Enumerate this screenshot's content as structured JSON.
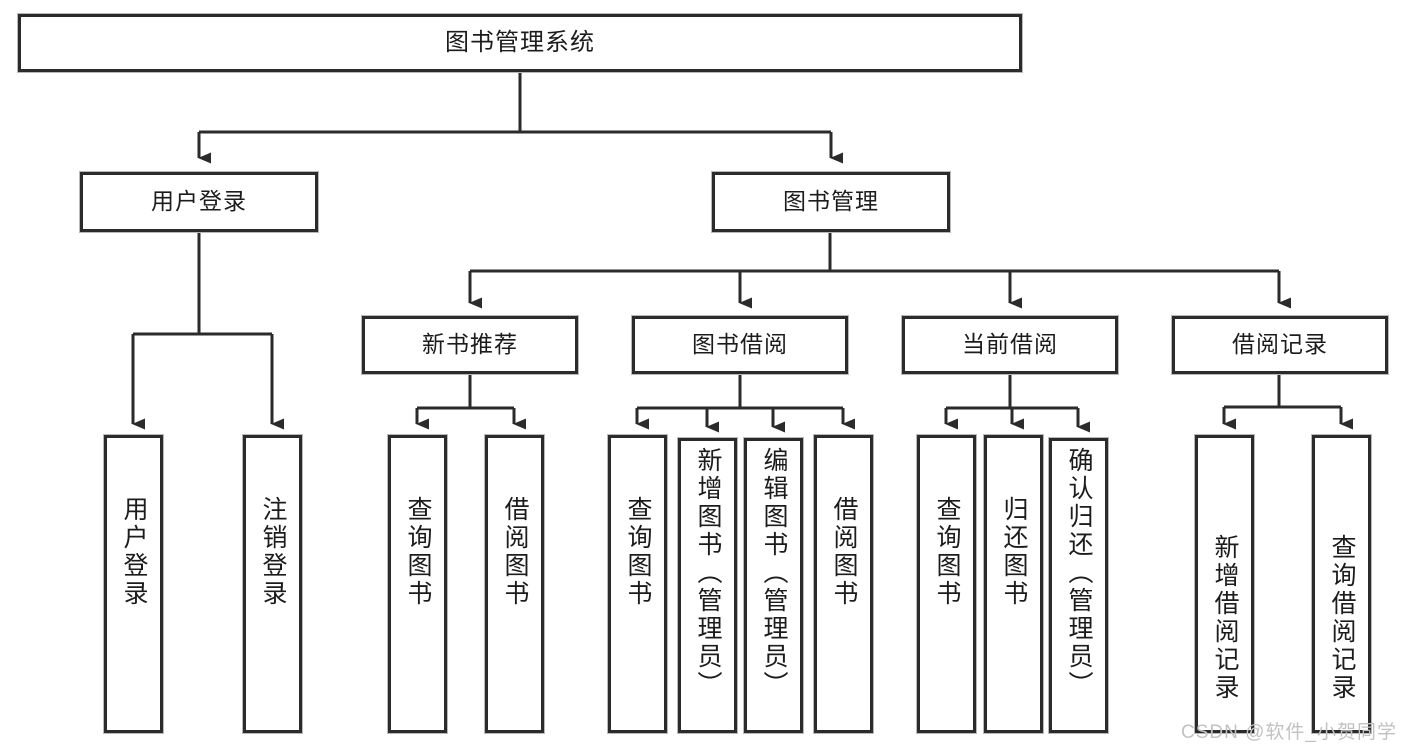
{
  "diagram": {
    "type": "hierarchy-tree",
    "title": "图书管理系统",
    "watermark": "CSDN @软件_小贺同学",
    "colors": {
      "box_border": "#2b2b2b",
      "box_fill": "#ffffff",
      "connector": "#2b2b2b",
      "text": "#1c1c1c",
      "watermark": "#c2c2c2",
      "background": "#ffffff"
    },
    "levels": {
      "level1": [
        {
          "id": "root",
          "label": "图书管理系统"
        }
      ],
      "level2": [
        {
          "id": "user-login",
          "label": "用户登录"
        },
        {
          "id": "book-manage",
          "label": "图书管理"
        }
      ],
      "level3": [
        {
          "id": "new-book-rec",
          "label": "新书推荐"
        },
        {
          "id": "book-borrow",
          "label": "图书借阅"
        },
        {
          "id": "current-borrow",
          "label": "当前借阅"
        },
        {
          "id": "borrow-record",
          "label": "借阅记录"
        }
      ],
      "level4": [
        {
          "id": "leaf-user-login",
          "label": "用户登录",
          "parent": "user-login"
        },
        {
          "id": "leaf-logout",
          "label": "注销登录",
          "parent": "user-login"
        },
        {
          "id": "leaf-query-book-1",
          "label": "查询图书",
          "parent": "new-book-rec"
        },
        {
          "id": "leaf-borrow-book-1",
          "label": "借阅图书",
          "parent": "new-book-rec"
        },
        {
          "id": "leaf-query-book-2",
          "label": "查询图书",
          "parent": "book-borrow"
        },
        {
          "id": "leaf-add-book",
          "label": "新增图书（管理员）",
          "parent": "book-borrow"
        },
        {
          "id": "leaf-edit-book",
          "label": "编辑图书（管理员）",
          "parent": "book-borrow"
        },
        {
          "id": "leaf-borrow-book-2",
          "label": "借阅图书",
          "parent": "book-borrow"
        },
        {
          "id": "leaf-query-book-3",
          "label": "查询图书",
          "parent": "current-borrow"
        },
        {
          "id": "leaf-return-book",
          "label": "归还图书",
          "parent": "current-borrow"
        },
        {
          "id": "leaf-confirm-return",
          "label": "确认归还（管理员）",
          "parent": "current-borrow"
        },
        {
          "id": "leaf-add-record",
          "label": "新增借阅记录",
          "parent": "borrow-record"
        },
        {
          "id": "leaf-query-record",
          "label": "查询借阅记录",
          "parent": "borrow-record"
        }
      ]
    }
  }
}
